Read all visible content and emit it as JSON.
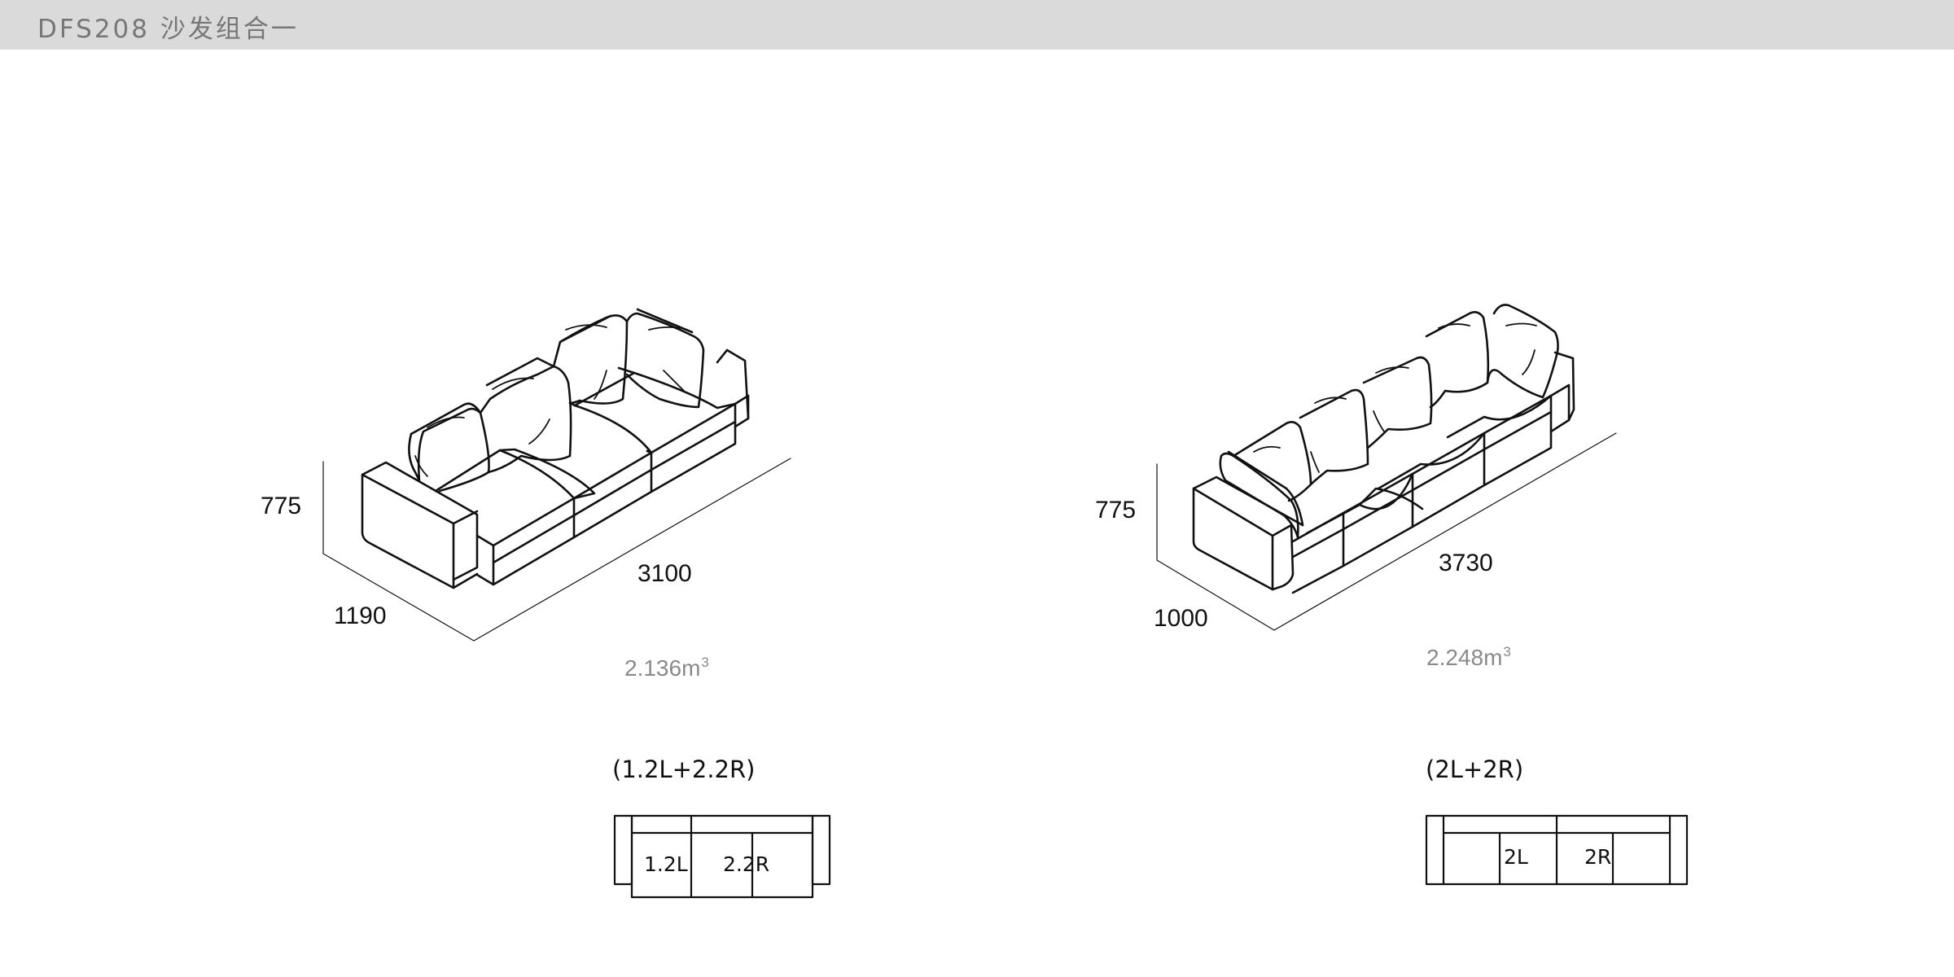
{
  "header": {
    "title": "DFS208 沙发组合一",
    "background": "#dadada",
    "text_color": "#777777"
  },
  "configurations": [
    {
      "height": "775",
      "depth": "1190",
      "width": "3100",
      "volume_value": "2.136m",
      "volume_exponent": "3",
      "combination_label": "(1.2L+2.2R)",
      "plan_modules": [
        "1.2L",
        "2.2R"
      ]
    },
    {
      "height": "775",
      "depth": "1000",
      "width": "3730",
      "volume_value": "2.248m",
      "volume_exponent": "3",
      "combination_label": "(2L+2R)",
      "plan_modules": [
        "2L",
        "2R"
      ]
    }
  ]
}
